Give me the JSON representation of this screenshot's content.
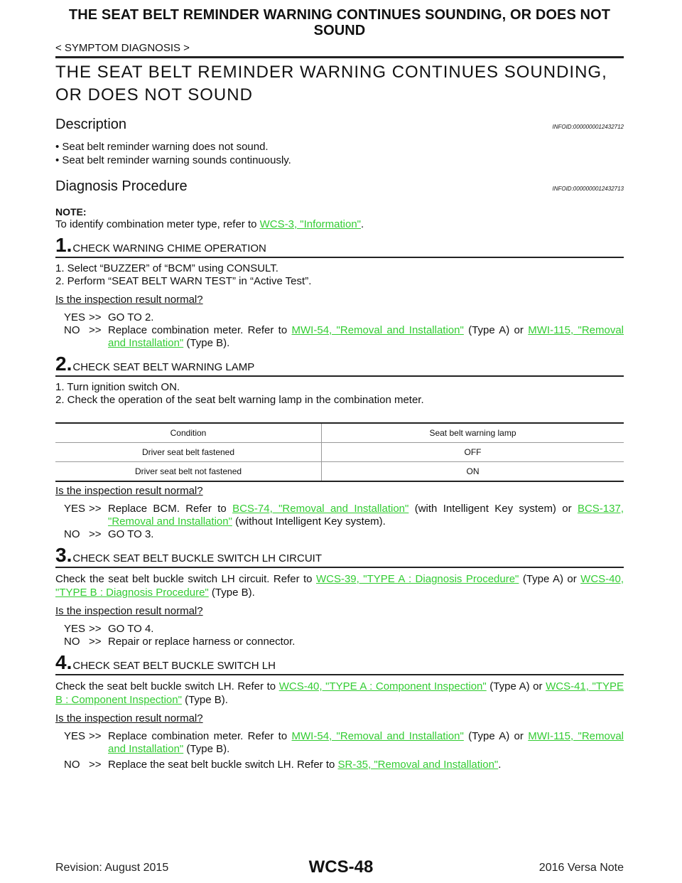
{
  "running_head": "THE SEAT BELT REMINDER WARNING CONTINUES SOUNDING, OR DOES NOT SOUND",
  "breadcrumb": "< SYMPTOM DIAGNOSIS >",
  "main_title": "THE SEAT BELT REMINDER WARNING CONTINUES SOUNDING, OR DOES NOT SOUND",
  "description": {
    "title": "Description",
    "infoid": "INFOID:0000000012432712",
    "bullets": [
      "Seat belt reminder warning does not sound.",
      "Seat belt reminder warning sounds continuously."
    ]
  },
  "procedure": {
    "title": "Diagnosis Procedure",
    "infoid": "INFOID:0000000012432713",
    "note_label": "NOTE:",
    "note_pre": "To identify combination meter type, refer to ",
    "note_link": "WCS-3, \"Information\"",
    "note_post": "."
  },
  "inspection_q": "Is the inspection result normal?",
  "arrow": ">>",
  "steps": [
    {
      "num": "1.",
      "title": "CHECK WARNING CHIME OPERATION",
      "items": [
        "1.   Select “BUZZER” of “BCM” using CONSULT.",
        "2.   Perform “SEAT BELT WARN TEST” in “Active Test”."
      ],
      "yes_key": "YES",
      "yes": "GO TO 2.",
      "no_key": "NO",
      "no_pre": "Replace combination meter. Refer to ",
      "no_link1": "MWI-54, \"Removal and Installation\"",
      "no_mid": " (Type A) or ",
      "no_link2": "MWI-115, \"Removal and Installation\"",
      "no_post": " (Type B)."
    },
    {
      "num": "2.",
      "title": "CHECK SEAT BELT WARNING LAMP",
      "items": [
        "1.   Turn ignition switch ON.",
        "2.   Check the operation of the seat belt warning lamp in the combination meter."
      ],
      "table": {
        "headers": [
          "Condition",
          "Seat belt warning lamp"
        ],
        "rows": [
          [
            "Driver seat belt fastened",
            "OFF"
          ],
          [
            "Driver seat belt not fastened",
            "ON"
          ]
        ]
      },
      "yes_key": "YES",
      "yes_pre": "Replace BCM. Refer to ",
      "yes_link1": "BCS-74, \"Removal and Installation\"",
      "yes_mid": " (with Intelligent Key system) or ",
      "yes_link2": "BCS-137, \"Removal and Installation\"",
      "yes_post": " (without Intelligent Key system).",
      "no_key": "NO",
      "no": "GO TO 3."
    },
    {
      "num": "3.",
      "title": "CHECK SEAT BELT BUCKLE SWITCH LH CIRCUIT",
      "text_pre": "Check the seat belt buckle switch LH circuit. Refer to ",
      "link1": "WCS-39, \"TYPE A : Diagnosis Procedure\"",
      "text_mid": " (Type A) or ",
      "link2": "WCS-40, \"TYPE B : Diagnosis Procedure\"",
      "text_post": " (Type B).",
      "yes_key": "YES",
      "yes": "GO TO 4.",
      "no_key": "NO",
      "no": "Repair or replace harness or connector."
    },
    {
      "num": "4.",
      "title": "CHECK SEAT BELT BUCKLE SWITCH LH",
      "text_pre": "Check the seat belt buckle switch LH. Refer to ",
      "link1": "WCS-40, \"TYPE A : Component Inspection\"",
      "text_mid": " (Type A) or ",
      "link2": "WCS-41, \"TYPE B : Component Inspection\"",
      "text_post": " (Type B).",
      "yes_key": "YES",
      "yes_pre": "Replace combination meter. Refer to ",
      "yes_link1": "MWI-54, \"Removal and Installation\"",
      "yes_mid": " (Type A) or ",
      "yes_link2": "MWI-115, \"Removal and Installation\"",
      "yes_post": " (Type B).",
      "no_key": "NO",
      "no_pre": "Replace the seat belt buckle switch LH. Refer to ",
      "no_link": "SR-35, \"Removal and Installation\"",
      "no_post": "."
    }
  ],
  "footer": {
    "revision": "Revision: August 2015",
    "page": "WCS-48",
    "model": "2016 Versa Note"
  },
  "colors": {
    "link": "#33cc33",
    "rule": "#222222"
  }
}
